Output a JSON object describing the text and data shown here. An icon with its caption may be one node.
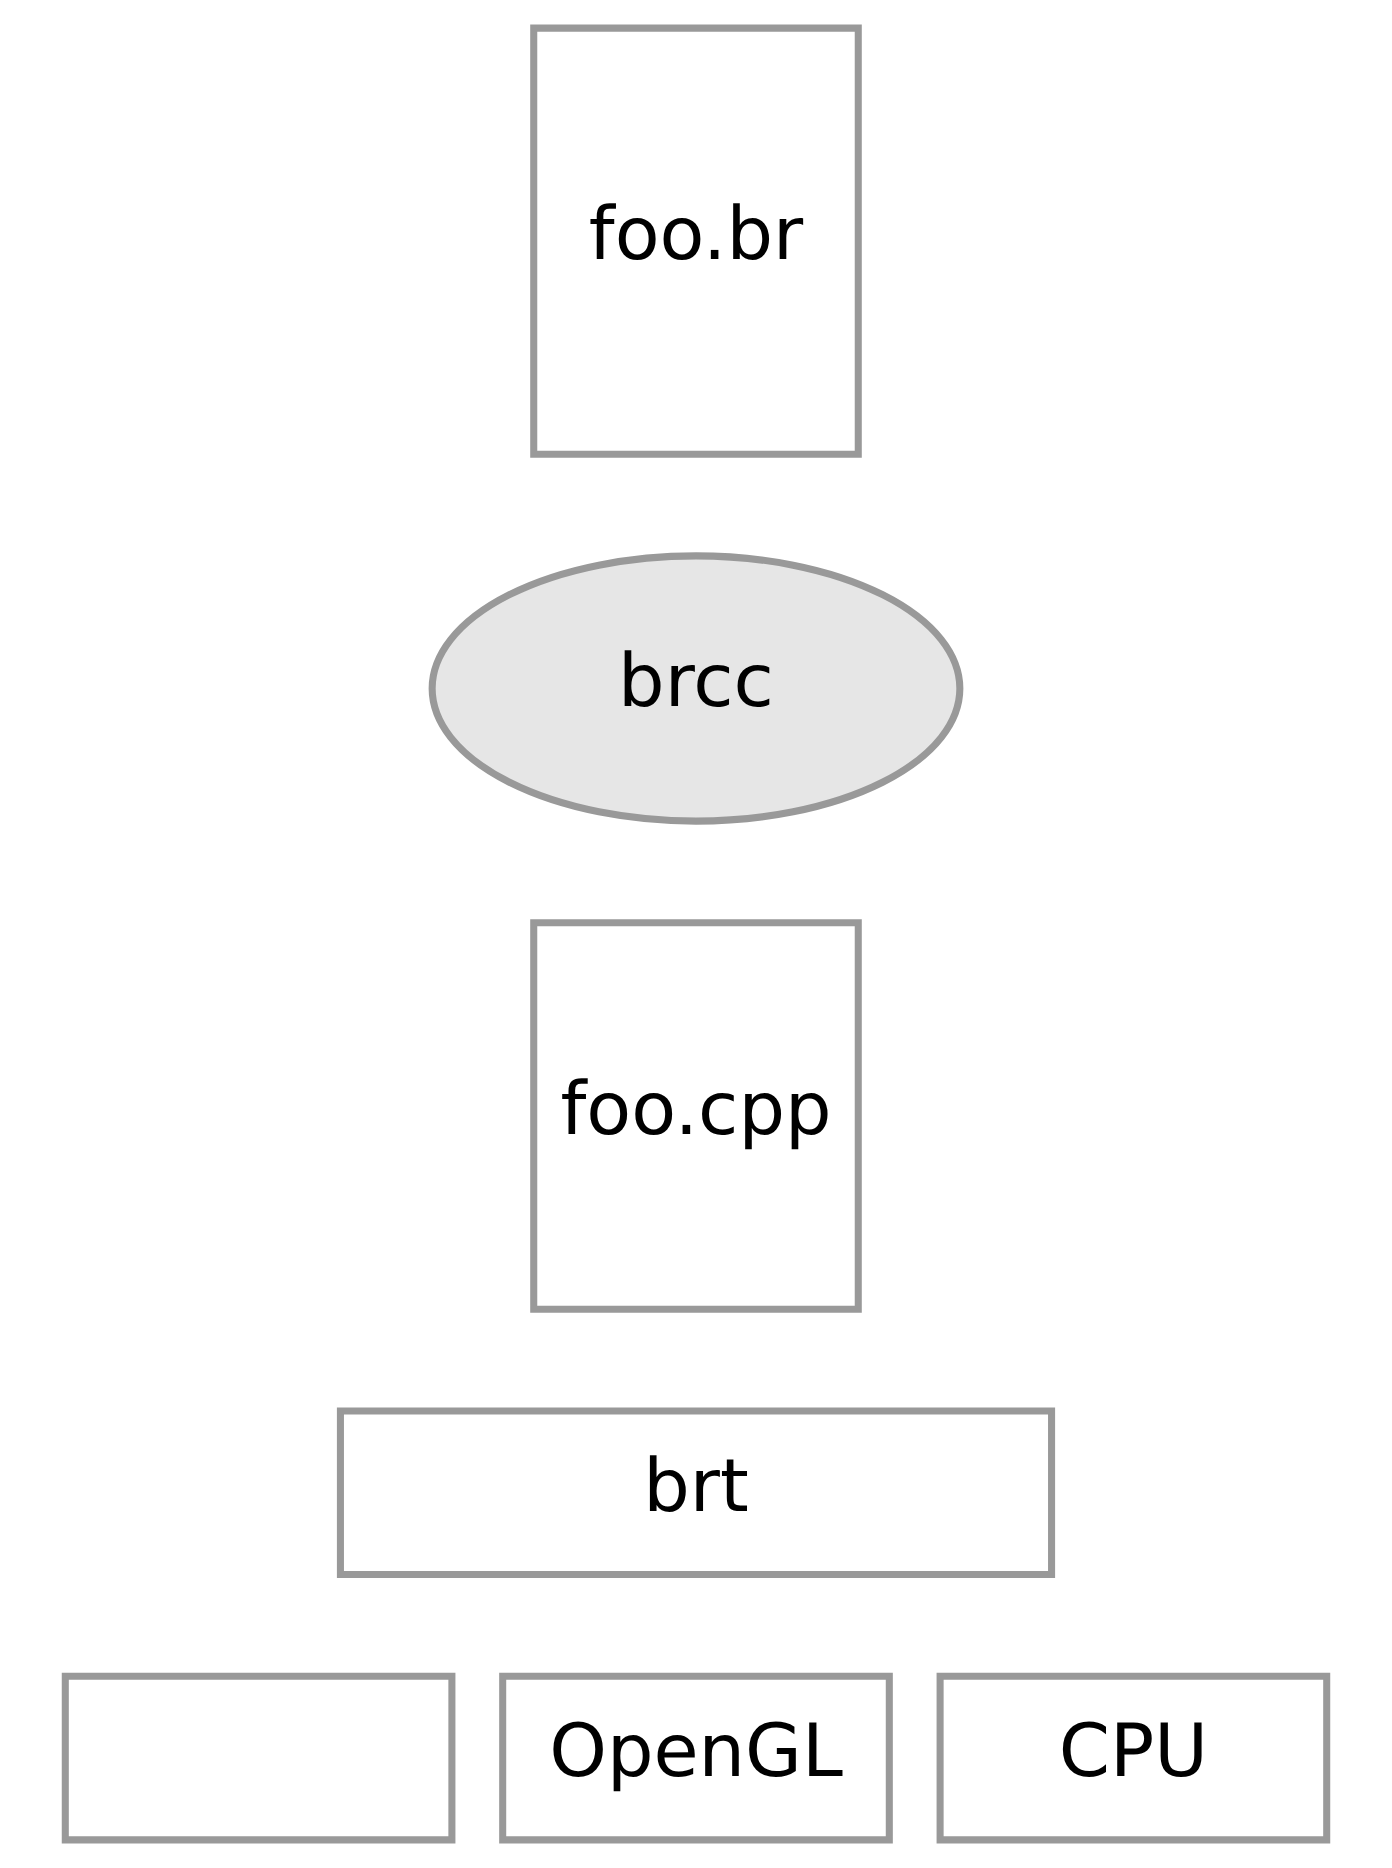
{
  "diagram": {
    "nodes": [
      {
        "text": [
          "foo.br"
        ]
      },
      {
        "text": [
          "brcc"
        ]
      },
      {
        "text": [
          "foo.cpp"
        ]
      },
      {
        "text": [
          "brt"
        ]
      },
      {
        "text": [],
        "shape": "box"
      },
      {
        "text": [
          "OpenGL"
        ]
      },
      {
        "text": [
          "CPU"
        ]
      }
    ],
    "edges": []
  }
}
